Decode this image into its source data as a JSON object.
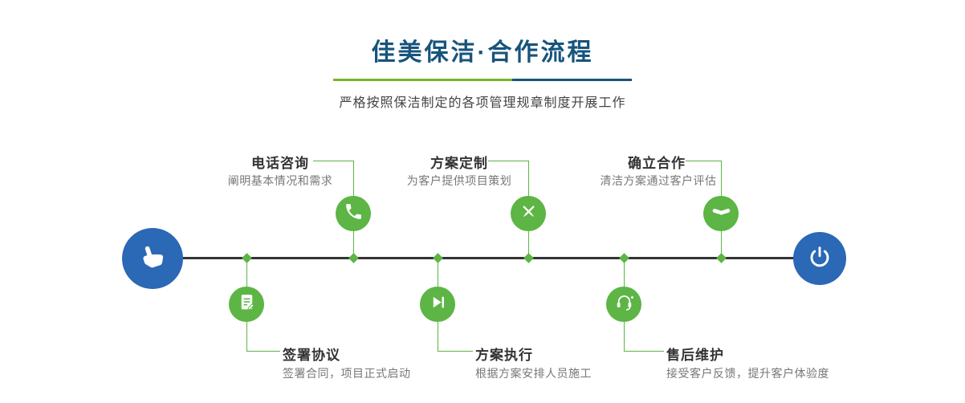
{
  "header": {
    "title": "佳美保洁·合作流程",
    "subtitle": "严格按照保洁制定的各项管理规章制度开展工作"
  },
  "timeline": {
    "start_icon": "hand-pointer-icon",
    "end_icon": "power-icon"
  },
  "steps": [
    {
      "title": "电话咨询",
      "desc": "阐明基本情况和需求",
      "icon": "phone-icon",
      "row": "top"
    },
    {
      "title": "方案定制",
      "desc": "为客户提供项目策划",
      "icon": "design-tools-icon",
      "row": "top"
    },
    {
      "title": "确立合作",
      "desc": "清洁方案通过客户评估",
      "icon": "handshake-icon",
      "row": "top"
    },
    {
      "title": "签署协议",
      "desc": "签署合同，项目正式启动",
      "icon": "contract-icon",
      "row": "bottom"
    },
    {
      "title": "方案执行",
      "desc": "根据方案安排人员施工",
      "icon": "play-icon",
      "row": "bottom"
    },
    {
      "title": "售后维护",
      "desc": "接受客户反馈，提升客户体验度",
      "icon": "headset-icon",
      "row": "bottom"
    }
  ],
  "colors": {
    "accent_green": "#5cb544",
    "accent_blue": "#2b68b5",
    "title_navy": "#17547c",
    "timeline_line": "#333333",
    "divider_green": "#76b82a"
  }
}
